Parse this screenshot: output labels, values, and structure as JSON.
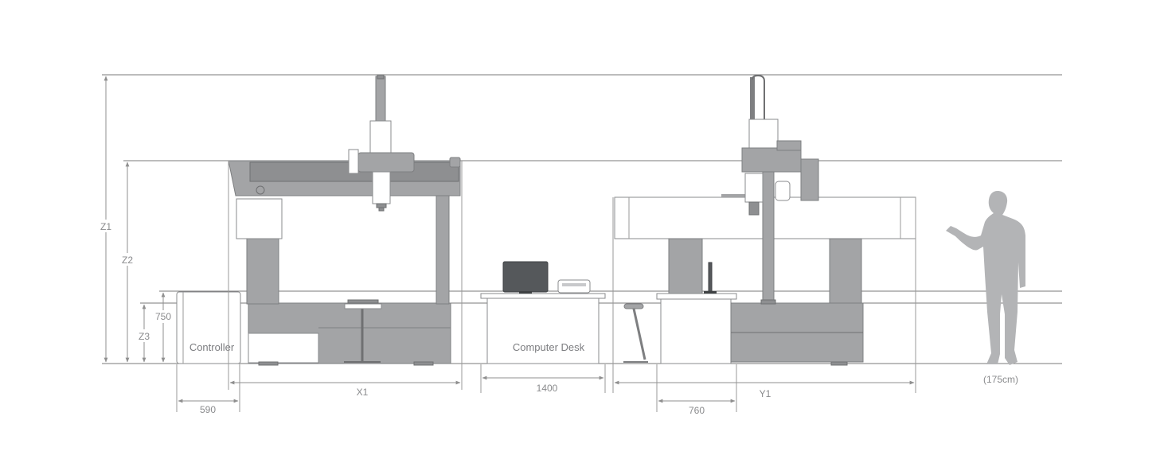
{
  "labels": {
    "controller": "Controller",
    "computer_desk": "Computer Desk"
  },
  "dimensions": {
    "z1": "Z1",
    "z2": "Z2",
    "z3": "Z3",
    "h750": "750",
    "w590": "590",
    "x1": "X1",
    "w1400": "1400",
    "w760": "760",
    "y1": "Y1",
    "person_height": "(175cm)"
  },
  "colors": {
    "machine": "#a3a4a6",
    "machine_dark": "#8e8f91",
    "line": "#8f8f8f",
    "person": "#b3b4b6"
  }
}
